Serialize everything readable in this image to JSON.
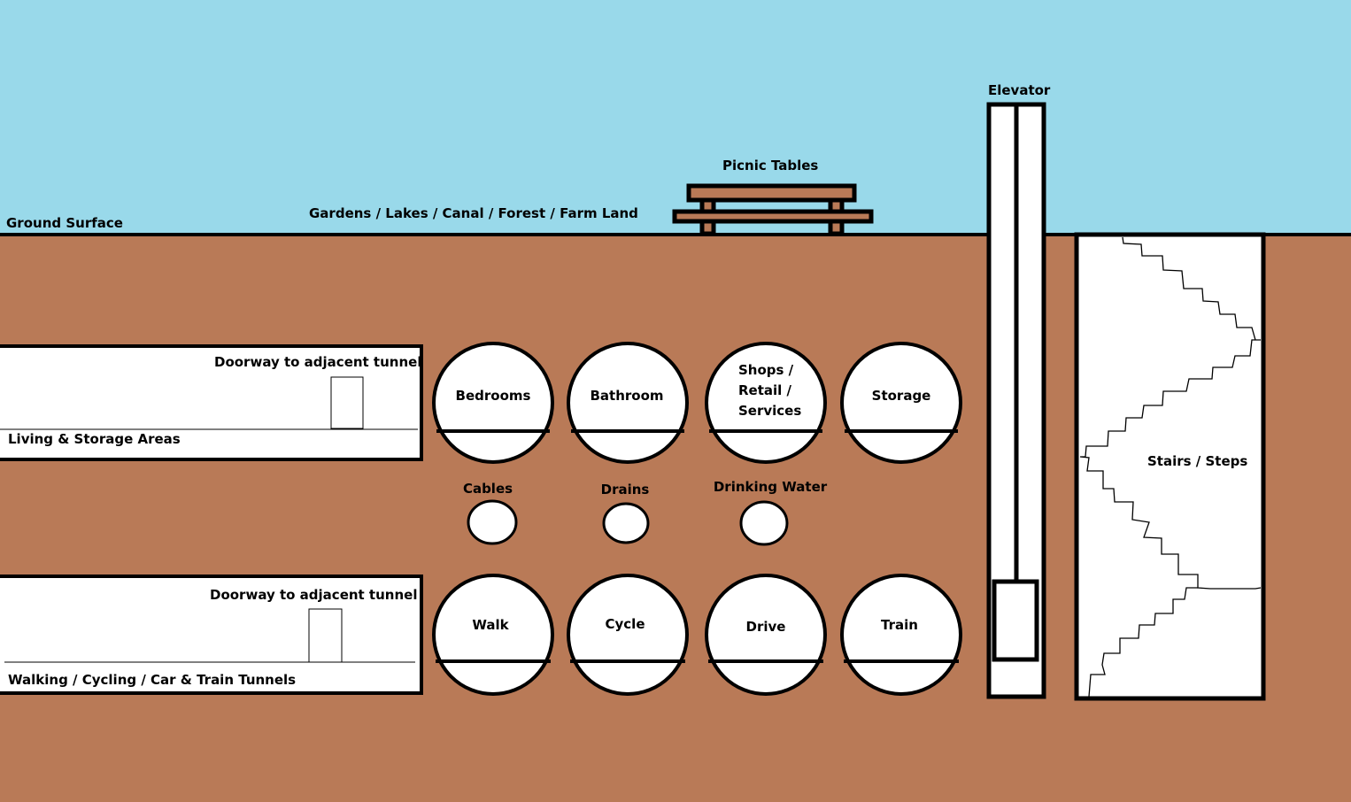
{
  "colors": {
    "sky": "#99d9ea",
    "earth": "#b97a57",
    "structure": "#ffffff",
    "outline": "#000000"
  },
  "surface": {
    "ground_label": "Ground Surface",
    "gardens_label": "Gardens / Lakes / Canal / Forest / Farm Land",
    "picnic_label": "Picnic Tables",
    "elevator_label": "Elevator"
  },
  "tunnels": [
    {
      "doorway_label": "Doorway to adjacent tunnel",
      "label": "Living & Storage Areas"
    },
    {
      "doorway_label": "Doorway to adjacent tunnel",
      "label": "Walking / Cycling / Car & Train Tunnels"
    }
  ],
  "upper_rooms": [
    {
      "lines": [
        "Bedrooms"
      ]
    },
    {
      "lines": [
        "Bathroom"
      ]
    },
    {
      "lines": [
        "Shops /",
        "Retail /",
        "Services"
      ]
    },
    {
      "lines": [
        "Storage"
      ]
    }
  ],
  "utilities": [
    {
      "label": "Cables"
    },
    {
      "label": "Drains"
    },
    {
      "label": "Drinking Water"
    }
  ],
  "lower_rooms": [
    {
      "label": "Walk"
    },
    {
      "label": "Cycle"
    },
    {
      "label": "Drive"
    },
    {
      "label": "Train"
    }
  ],
  "stairs_label": "Stairs / Steps"
}
